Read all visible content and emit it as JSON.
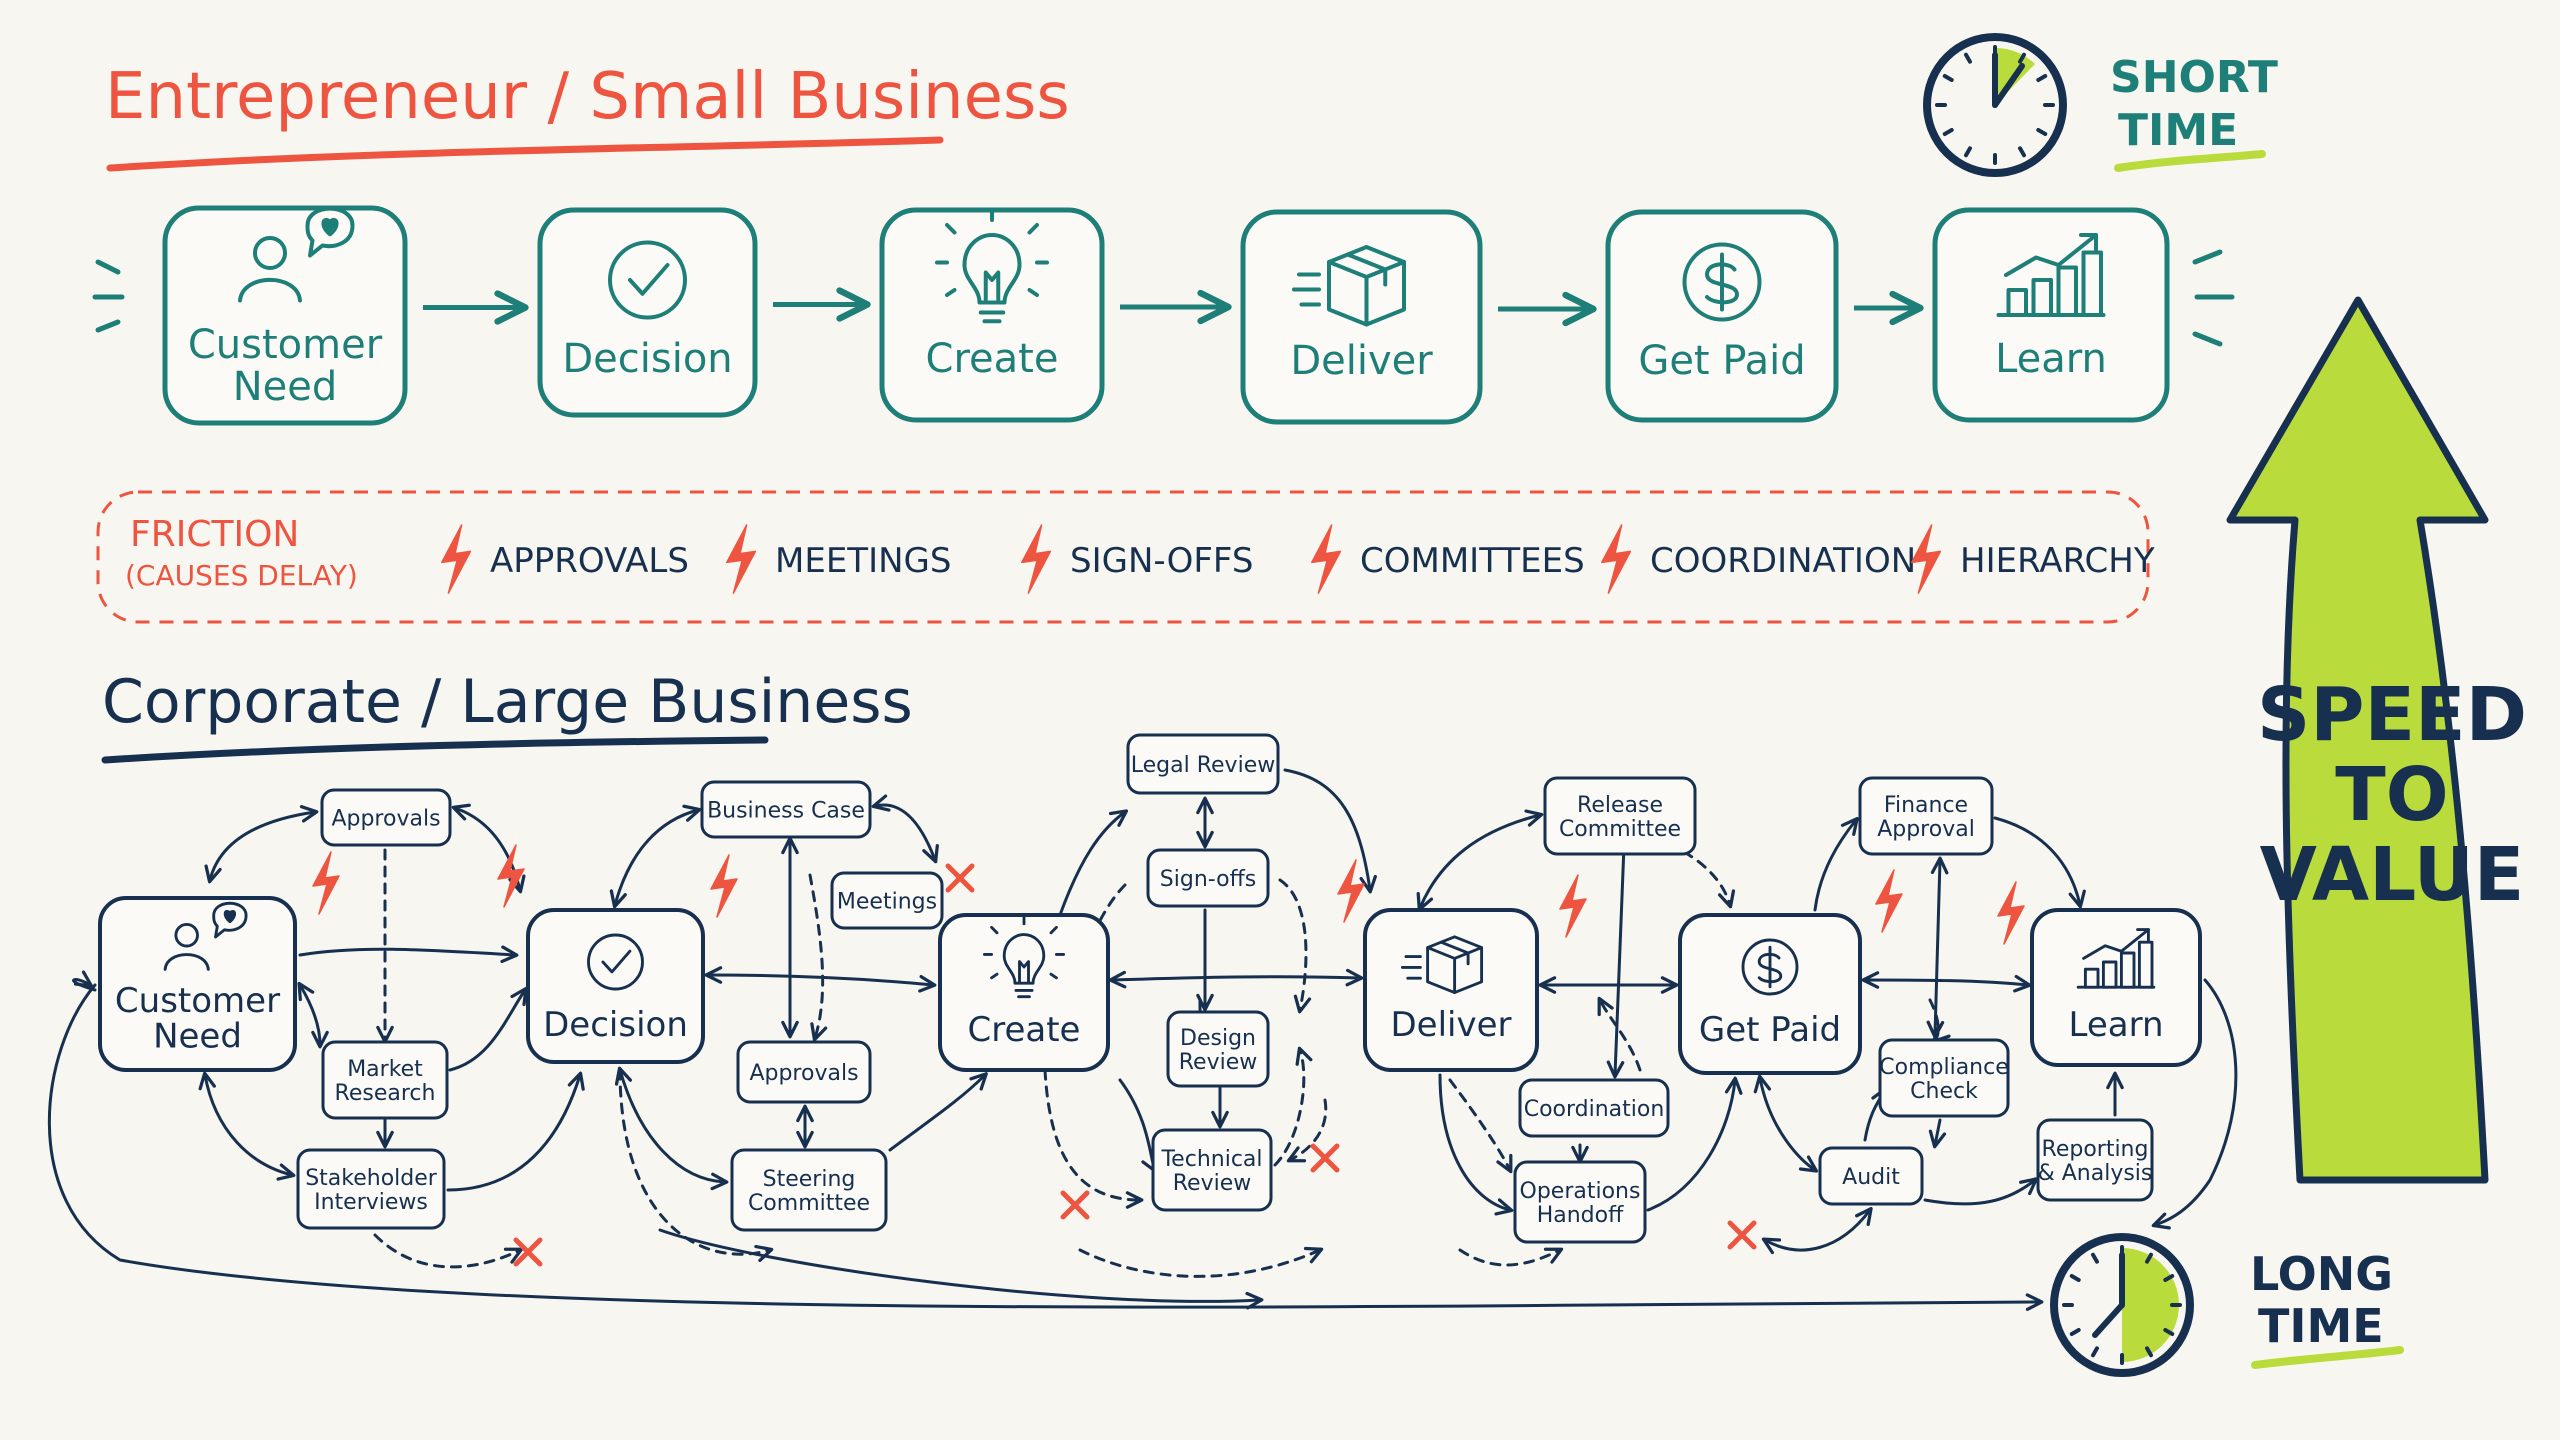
{
  "colors": {
    "red": "#ee5540",
    "teal": "#1e7f78",
    "navy": "#17304f",
    "green": "#b9dc3c",
    "bg": "#f8f6f0"
  },
  "top": {
    "title": "Entrepreneur / Small Business",
    "time_label": [
      "SHORT",
      "TIME"
    ],
    "steps": [
      {
        "icon": "customer-need-icon",
        "lines": [
          "Customer",
          "Need"
        ]
      },
      {
        "icon": "checkmark-icon",
        "lines": [
          "Decision"
        ]
      },
      {
        "icon": "lightbulb-icon",
        "lines": [
          "Create"
        ]
      },
      {
        "icon": "box-icon",
        "lines": [
          "Deliver"
        ]
      },
      {
        "icon": "dollar-icon",
        "lines": [
          "Get Paid"
        ]
      },
      {
        "icon": "bar-chart-icon",
        "lines": [
          "Learn"
        ]
      }
    ]
  },
  "friction": {
    "title": "FRICTION",
    "subtitle": "(CAUSES DELAY)",
    "items": [
      "APPROVALS",
      "MEETINGS",
      "SIGN-OFFS",
      "COMMITTEES",
      "COORDINATION",
      "HIERARCHY"
    ]
  },
  "bottom": {
    "title": "Corporate / Large Business",
    "time_label": [
      "LONG",
      "TIME"
    ],
    "main_steps": [
      {
        "icon": "customer-need-icon",
        "lines": [
          "Customer",
          "Need"
        ]
      },
      {
        "icon": "checkmark-icon",
        "lines": [
          "Decision"
        ]
      },
      {
        "icon": "lightbulb-icon",
        "lines": [
          "Create"
        ]
      },
      {
        "icon": "box-icon",
        "lines": [
          "Deliver"
        ]
      },
      {
        "icon": "dollar-icon",
        "lines": [
          "Get Paid"
        ]
      },
      {
        "icon": "bar-chart-icon",
        "lines": [
          "Learn"
        ]
      }
    ],
    "small_boxes": [
      {
        "lines": [
          "Approvals"
        ]
      },
      {
        "lines": [
          "Market",
          "Research"
        ]
      },
      {
        "lines": [
          "Stakeholder",
          "Interviews"
        ]
      },
      {
        "lines": [
          "Business Case"
        ]
      },
      {
        "lines": [
          "Meetings"
        ]
      },
      {
        "lines": [
          "Approvals"
        ]
      },
      {
        "lines": [
          "Steering",
          "Committee"
        ]
      },
      {
        "lines": [
          "Legal Review"
        ]
      },
      {
        "lines": [
          "Sign-offs"
        ]
      },
      {
        "lines": [
          "Design",
          "Review"
        ]
      },
      {
        "lines": [
          "Technical",
          "Review"
        ]
      },
      {
        "lines": [
          "Release",
          "Committee"
        ]
      },
      {
        "lines": [
          "Coordination"
        ]
      },
      {
        "lines": [
          "Operations",
          "Handoff"
        ]
      },
      {
        "lines": [
          "Finance",
          "Approval"
        ]
      },
      {
        "lines": [
          "Compliance",
          "Check"
        ]
      },
      {
        "lines": [
          "Audit"
        ]
      },
      {
        "lines": [
          "Reporting",
          "& Analysis"
        ]
      }
    ]
  },
  "speed_label": [
    "SPEED",
    "TO",
    "VALUE"
  ]
}
